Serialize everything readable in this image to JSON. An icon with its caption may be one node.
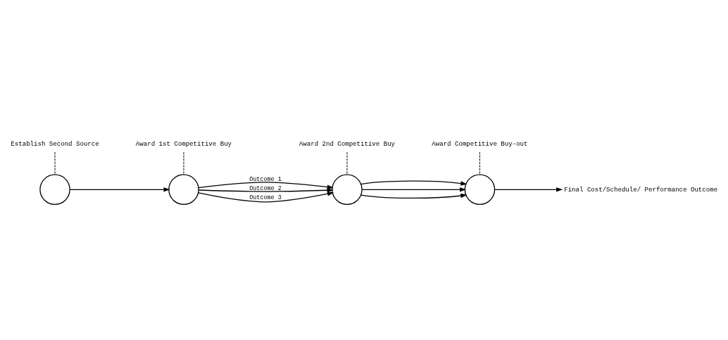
{
  "diagram": {
    "nodes": [
      {
        "text": [
          "Establish Second Source"
        ]
      },
      {
        "text": [],
        "shape": "circle"
      },
      {
        "text": [
          "Award 1st Competitive Buy"
        ]
      },
      {
        "text": [],
        "shape": "circle"
      },
      {
        "text": [
          "Award 2nd Competitive Buy"
        ]
      },
      {
        "text": [],
        "shape": "circle"
      },
      {
        "text": [
          "Award Competitive Buy-out"
        ]
      },
      {
        "text": [],
        "shape": "circle"
      },
      {
        "text": [
          "Final Cost/Schedule/ Performance Outcome"
        ]
      }
    ],
    "edges": [
      {
        "from": 0,
        "to": 1,
        "arrow": "none",
        "style": "dashed"
      },
      {
        "from": 1,
        "to": 3,
        "arrow": "to"
      },
      {
        "from": 2,
        "to": 3,
        "arrow": "none",
        "style": "dashed"
      },
      {
        "from": 3,
        "to": 5,
        "arrow": "to",
        "label": "Outcome 1"
      },
      {
        "from": 3,
        "to": 5,
        "arrow": "to",
        "label": "Outcome 2"
      },
      {
        "from": 3,
        "to": 5,
        "arrow": "to",
        "label": "Outcome 3"
      },
      {
        "from": 4,
        "to": 5,
        "arrow": "none",
        "style": "dashed"
      },
      {
        "from": 5,
        "to": 7,
        "arrow": "to"
      },
      {
        "from": 5,
        "to": 7,
        "arrow": "to"
      },
      {
        "from": 5,
        "to": 7,
        "arrow": "to"
      },
      {
        "from": 6,
        "to": 7,
        "arrow": "none",
        "style": "dashed"
      },
      {
        "from": 7,
        "to": 8,
        "arrow": "to"
      }
    ]
  }
}
